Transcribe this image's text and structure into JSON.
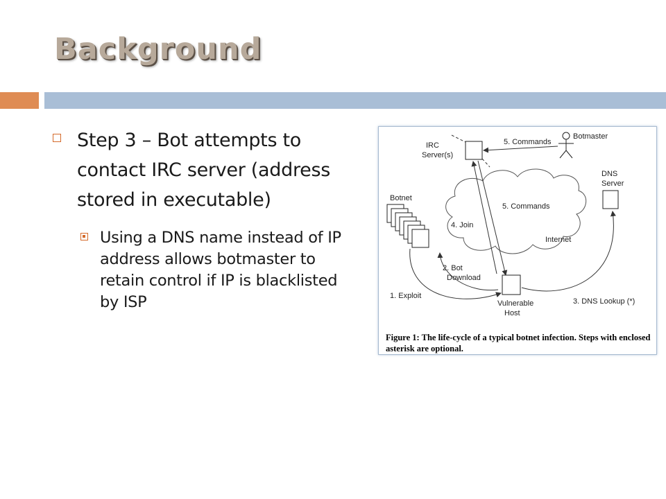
{
  "slide": {
    "title": "Background",
    "colors": {
      "accent": "#df8c54",
      "rule": "#a9bed6",
      "bullet": "#d46a2a"
    }
  },
  "bullets": [
    {
      "text": "Step 3 – Bot attempts to contact IRC server (address stored in executable)",
      "sub": [
        {
          "text": "Using a DNS name instead of IP address allows botmaster to retain control if IP is blacklisted by ISP"
        }
      ]
    }
  ],
  "figure": {
    "labels": {
      "irc_server_1": "IRC",
      "irc_server_2": "Server(s)",
      "commands_top": "5. Commands",
      "botmaster": "Botmaster",
      "dns_server_1": "DNS",
      "dns_server_2": "Server",
      "botnet": "Botnet",
      "commands_mid": "5. Commands",
      "join": "4. Join",
      "internet": "Internet",
      "bot_download_1": "2. Bot",
      "bot_download_2": "Download",
      "exploit": "1. Exploit",
      "vulnerable_1": "Vulnerable",
      "vulnerable_2": "Host",
      "dns_lookup": "3. DNS Lookup (*)"
    },
    "caption": "Figure 1: The life-cycle of a typical botnet infection. Steps with enclosed asterisk are optional."
  }
}
